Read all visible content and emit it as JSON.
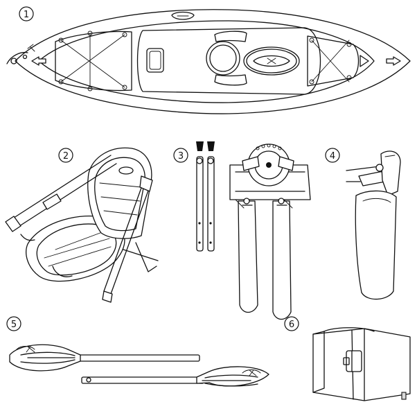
{
  "labels": {
    "item1": "1",
    "item2": "2",
    "item3": "3",
    "item4": "4",
    "item5": "5",
    "item6": "6"
  }
}
